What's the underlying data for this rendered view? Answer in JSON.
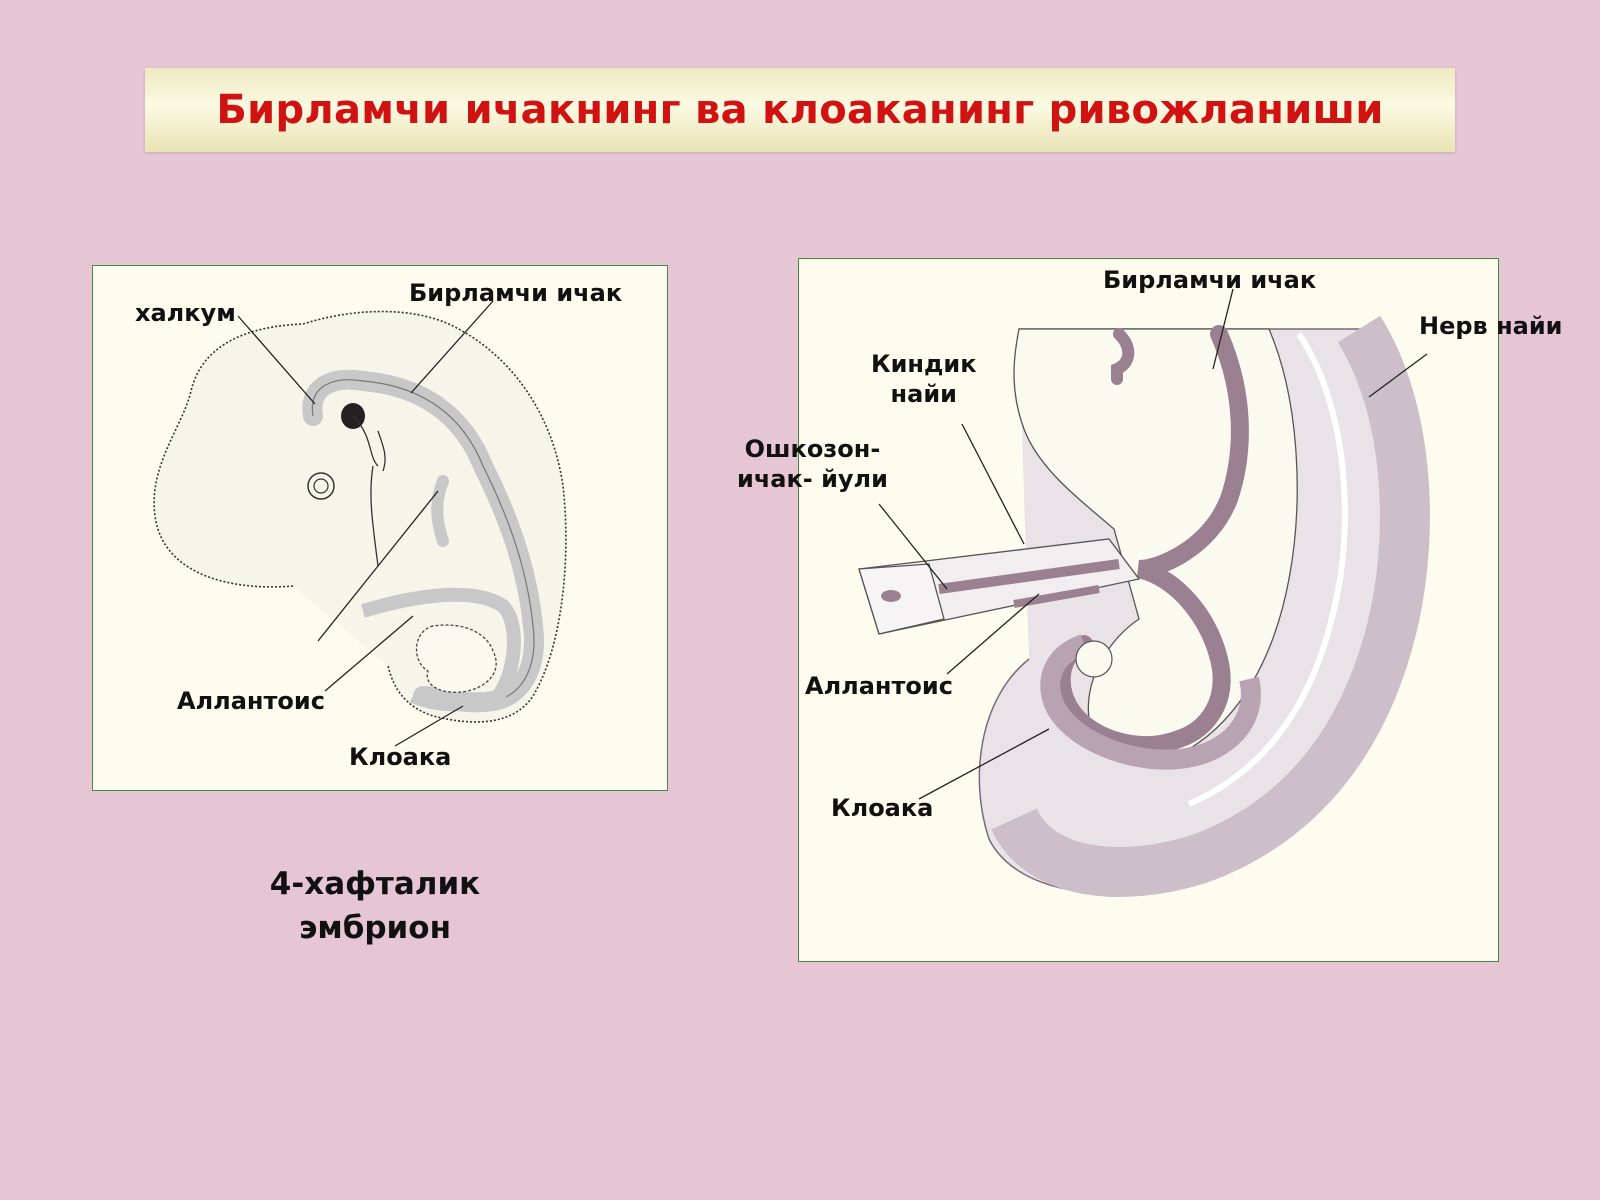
{
  "title": "Бирламчи ичакнинг ва клоаканинг ривожланиши",
  "left_figure": {
    "labels": {
      "pharynx": "халкум",
      "primary_gut": "Бирламчи ичак",
      "allantois": "Аллантоис",
      "cloaca": "Клоака"
    }
  },
  "right_figure": {
    "labels": {
      "primary_gut": "Бирламчи ичак",
      "neural_tube": "Нерв найи",
      "umbilical_cord": "Киндик\nнайи",
      "vitelline_duct": "Ошкозон-\nичак- йули",
      "allantois": "Аллантоис",
      "cloaca": "Клоака"
    }
  },
  "caption": "4-хафталик\nэмбрион",
  "colors": {
    "background": "#e6c6d4",
    "title_text": "#d01212",
    "panel_border": "#3c8f3c",
    "gut": "#9a8090",
    "tube": "#cdbfca"
  }
}
